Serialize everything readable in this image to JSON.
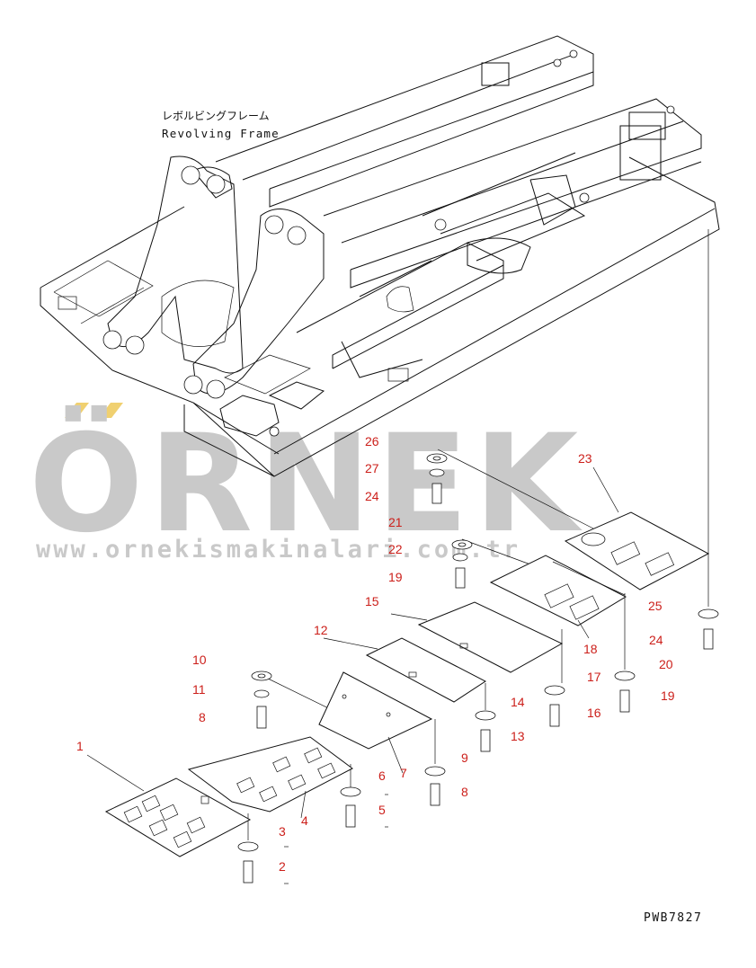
{
  "frame_label": {
    "japanese": "レボルビングフレーム",
    "english": "Revolving Frame"
  },
  "watermark": {
    "brand": "ÖRNEK",
    "url": "www.ornekismakinalari.com.tr"
  },
  "drawing_code": "PWB7827",
  "part_numbers": [
    "1",
    "2",
    "3",
    "4",
    "5",
    "6",
    "7",
    "8",
    "8",
    "9",
    "10",
    "11",
    "12",
    "13",
    "14",
    "15",
    "16",
    "17",
    "18",
    "19",
    "19",
    "20",
    "21",
    "22",
    "23",
    "24",
    "24",
    "25",
    "26",
    "27"
  ],
  "colors": {
    "callout": "#cc1f1a",
    "line": "#111111",
    "watermark": "#c9c9c9",
    "watermark_accent": "#f0d070"
  }
}
